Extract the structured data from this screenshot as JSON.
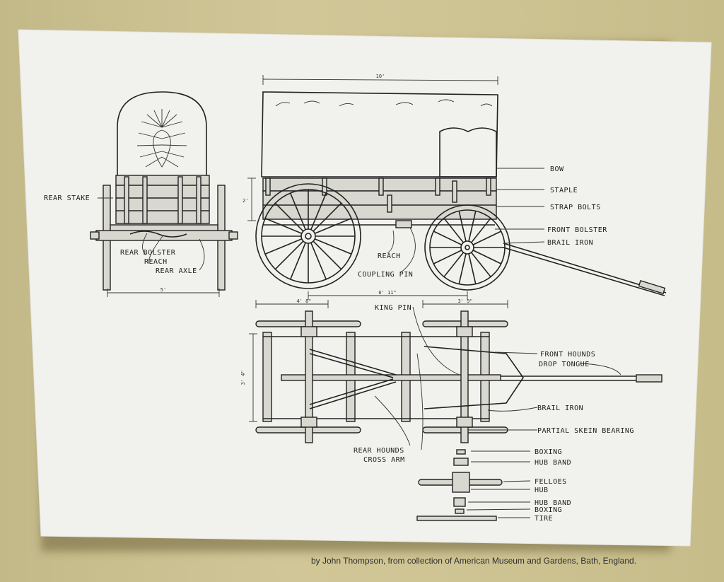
{
  "labels": {
    "rear_stake": "REAR STAKE",
    "rear_bolster": "REAR BOLSTER",
    "reach_left": "REACH",
    "rear_axle": "REAR AXLE",
    "bow": "BOW",
    "staple": "STAPLE",
    "strap_bolts": "STRAP BOLTS",
    "front_bolster": "FRONT BOLSTER",
    "brail_iron_top": "BRAIL IRON",
    "reach_mid": "REACH",
    "coupling_pin": "COUPLING PIN",
    "king_pin": "KING PIN",
    "front_hounds": "FRONT HOUNDS",
    "drop_tongue": "DROP TONGUE",
    "brail_iron_bottom": "BRAIL IRON",
    "partial_skein_bearing": "PARTIAL SKEIN BEARING",
    "rear_hounds": "REAR HOUNDS",
    "cross_arm": "CROSS ARM",
    "boxing_top": "BOXING",
    "hub_band_top": "HUB BAND",
    "felloes": "FELLOES",
    "hub": "HUB",
    "hub_band_bottom": "HUB BAND",
    "boxing_bottom": "BOXING",
    "tire": "TIRE"
  },
  "dimensions": {
    "rear_width": "5'",
    "rear_height": "2'",
    "length_top": "10'",
    "wheelbase": "6' 11\"",
    "rear_track": "4' 8\"",
    "front_track": "3' 9\"",
    "bed_width": "3' 4\""
  },
  "caption": "by John Thompson, from collection of American Museum and Gardens, Bath, England."
}
